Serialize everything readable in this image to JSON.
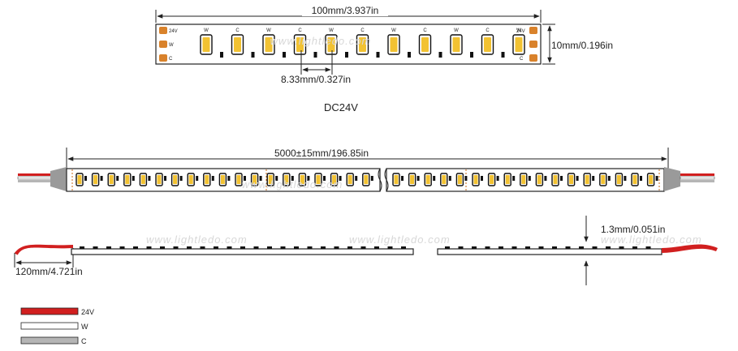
{
  "top_view": {
    "length_label": "100mm/3.937in",
    "width_label": "10mm/0.196in",
    "pitch_label": "8.33mm/0.327in",
    "voltage_label": "DC24V",
    "pad_label_v": "24V",
    "pad_label_w": "W",
    "pad_label_c": "C",
    "led_marks": [
      "W",
      "C",
      "W",
      "C",
      "W",
      "C",
      "W",
      "C",
      "W",
      "C",
      "W"
    ]
  },
  "full_view": {
    "length_label": "5000±15mm/196.85in"
  },
  "side_view": {
    "thickness_label": "1.3mm/0.051in",
    "lead_label": "120mm/4.721in"
  },
  "legend": [
    {
      "label": "24V",
      "color": "#d11f1f"
    },
    {
      "label": "W",
      "color": "#ffffff"
    },
    {
      "label": "C",
      "color": "#b5b5b5"
    }
  ],
  "watermark": "www.lightledo.com",
  "colors": {
    "led": "#f2c232",
    "pad": "#d9822b",
    "wire_red": "#d11f1f"
  }
}
